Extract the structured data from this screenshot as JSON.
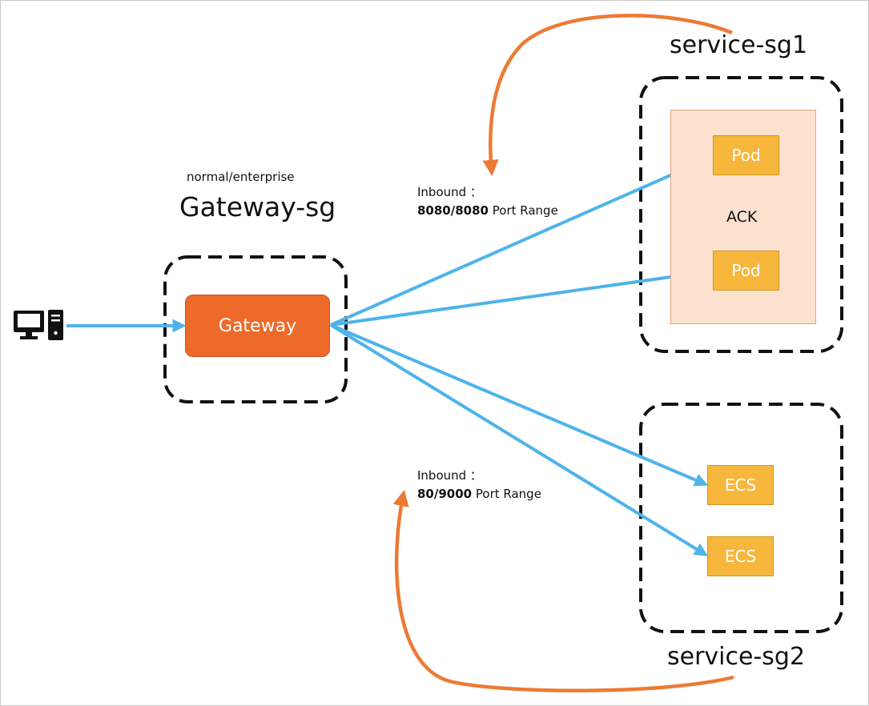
{
  "gateway_sg": {
    "tier": "normal/enterprise",
    "title": "Gateway-sg",
    "gateway_label": "Gateway"
  },
  "service_sg1": {
    "title": "service-sg1",
    "cluster_label": "ACK",
    "pods": [
      "Pod",
      "Pod"
    ]
  },
  "service_sg2": {
    "title": "service-sg2",
    "instances": [
      "ECS",
      "ECS"
    ]
  },
  "rule1": {
    "prefix": "Inbound ：",
    "ports": "8080/8080",
    "suffix": "Port Range"
  },
  "rule2": {
    "prefix": "Inbound ：",
    "ports": "80/9000",
    "suffix": "Port Range"
  },
  "icons": {
    "client": "desktop-computer-icon"
  },
  "colors": {
    "flow": "#4fb3ea",
    "rule_arrow": "#ec7a34",
    "gateway": "#ee6a2b",
    "node": "#f6b73c",
    "cluster": "#fce1cf"
  }
}
